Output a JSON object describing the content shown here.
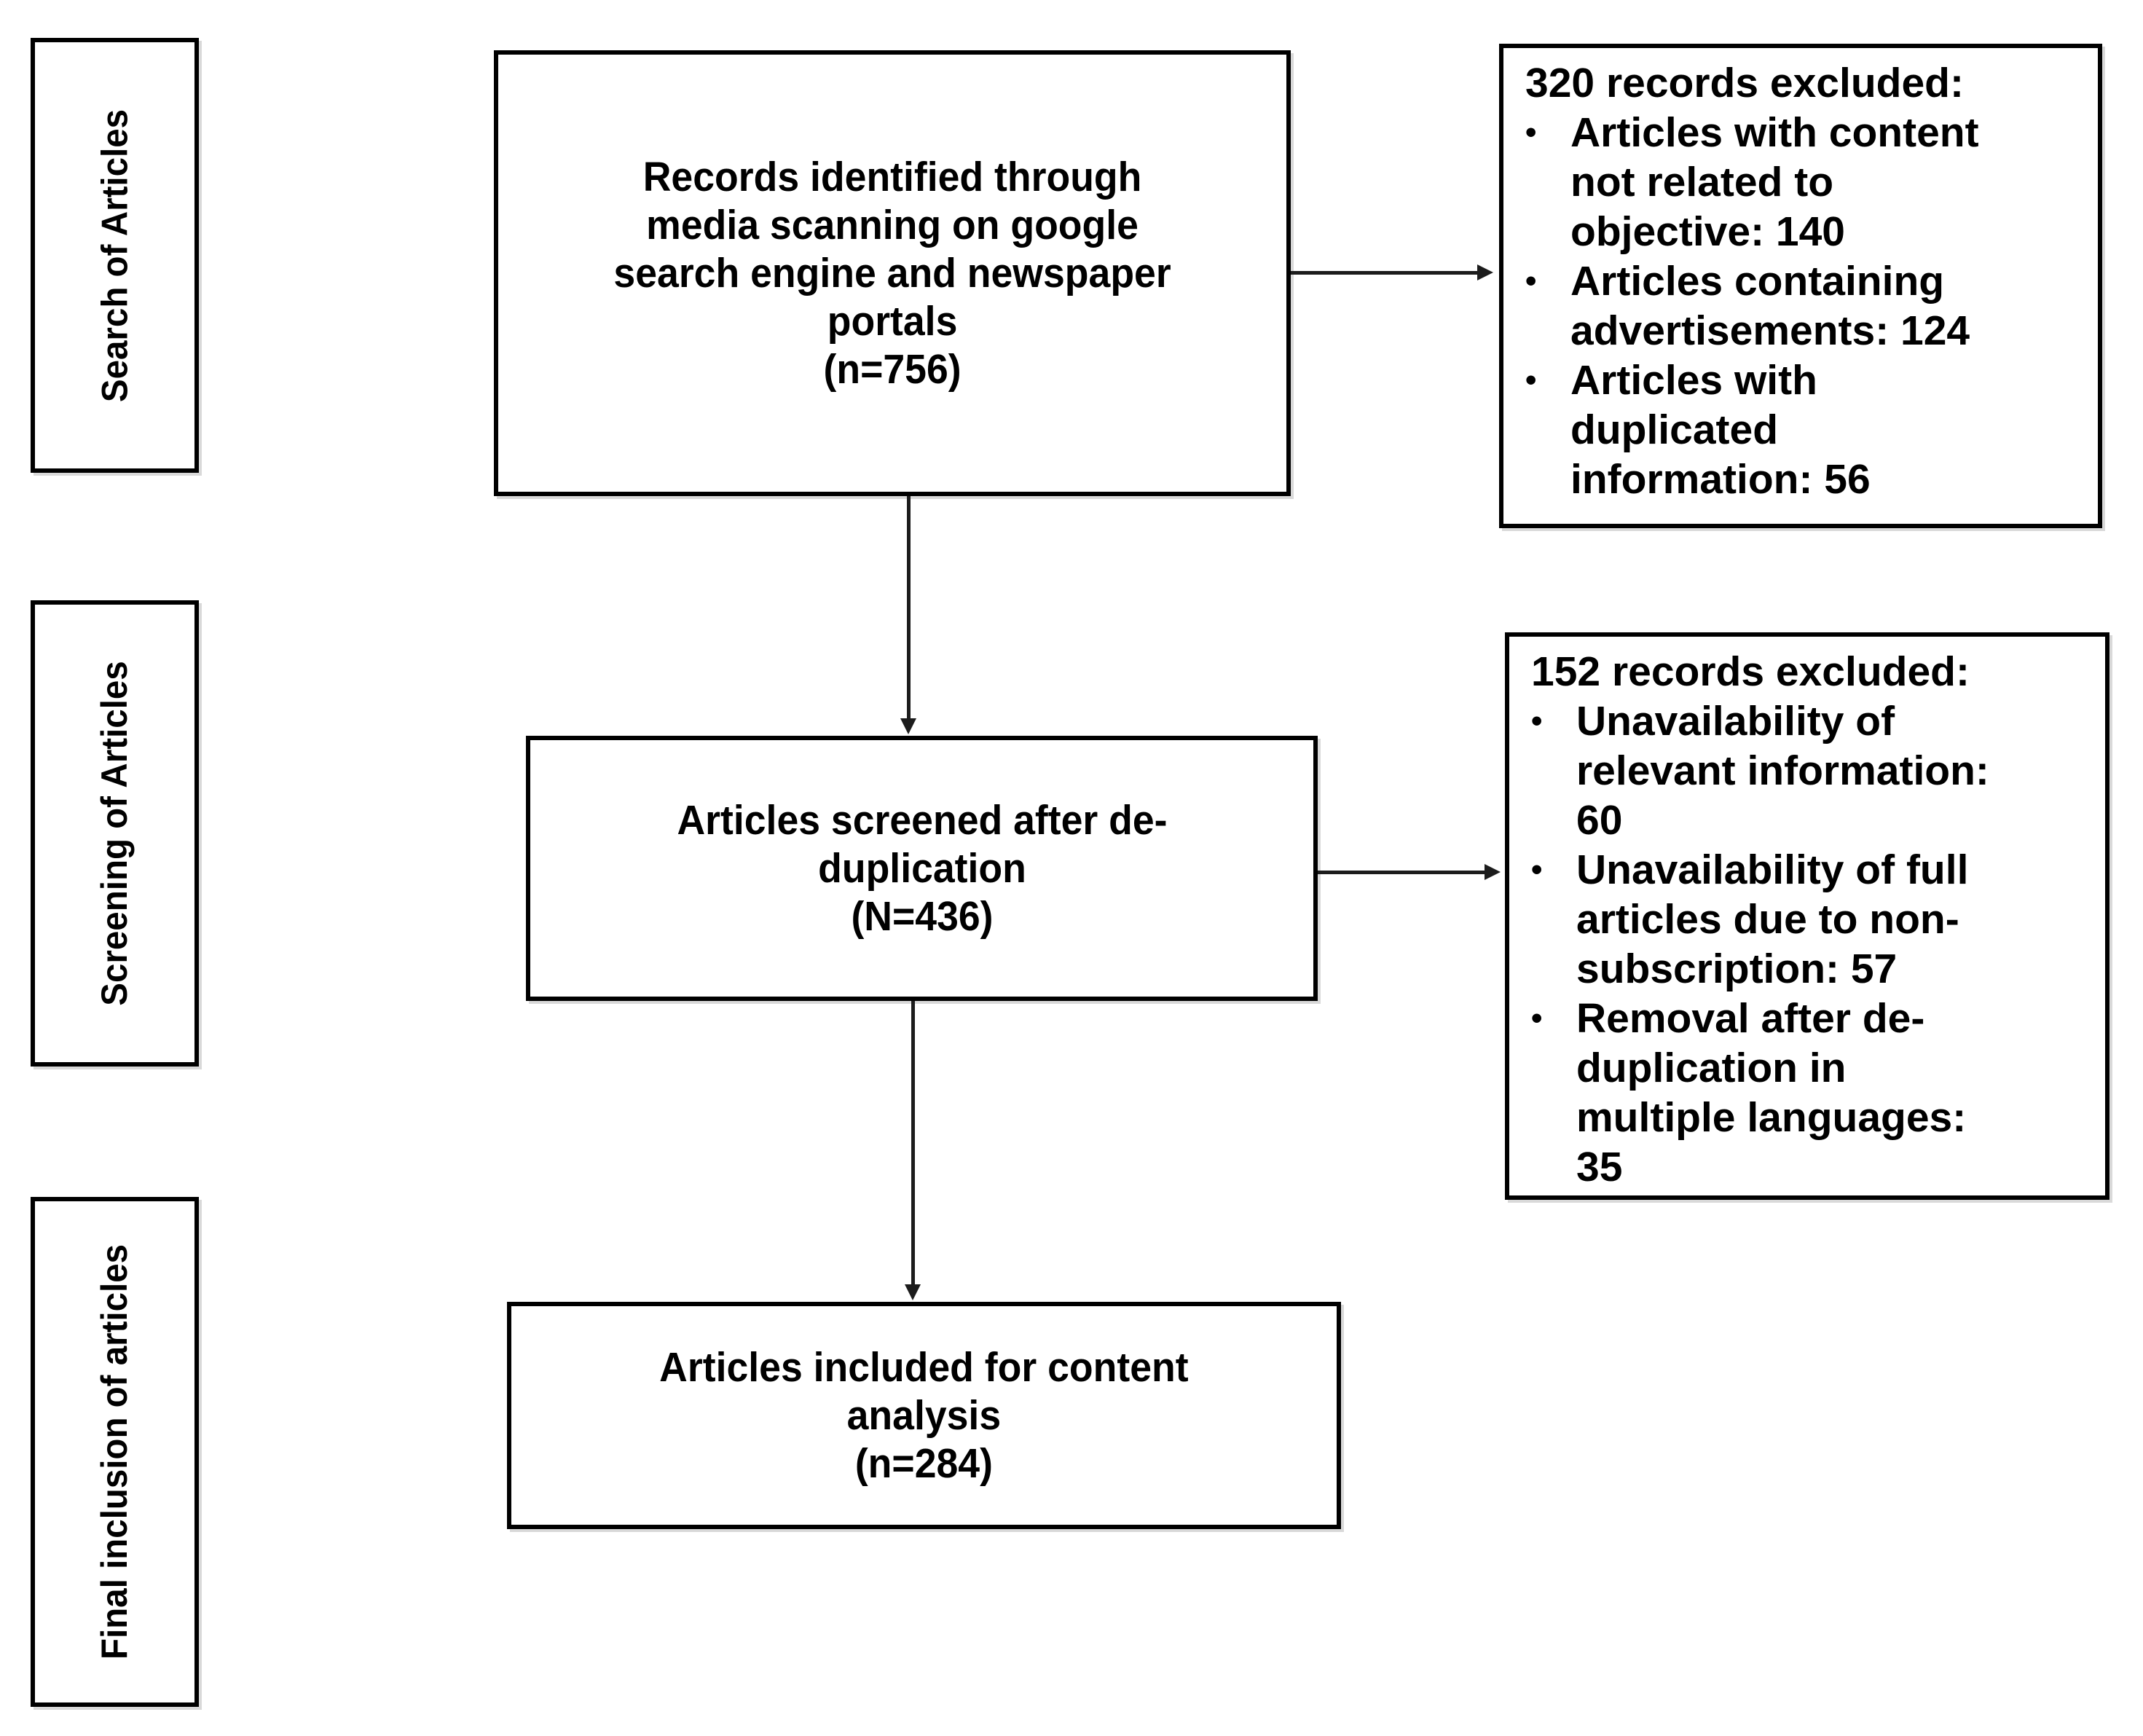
{
  "colors": {
    "background": "#ffffff",
    "border": "#000000",
    "text": "#000000",
    "connector": "#1c1c1c"
  },
  "bullet_marker": "•",
  "stages": [
    {
      "label": "Search of Articles"
    },
    {
      "label": "Screening of Articles"
    },
    {
      "label": "Final inclusion of articles"
    }
  ],
  "nodes": {
    "identified": {
      "lines": [
        "Records identified through",
        "media scanning on google",
        "search engine and newspaper",
        "portals",
        "(n=756)"
      ],
      "count": 756
    },
    "screened": {
      "lines": [
        "Articles screened after de-",
        "duplication",
        "(N=436)"
      ],
      "count": 436
    },
    "included": {
      "lines": [
        "Articles included for content",
        "analysis",
        "(n=284)"
      ],
      "count": 284
    },
    "excluded_search": {
      "title": "320 records excluded:",
      "total": 320,
      "items": [
        {
          "lines": [
            "Articles with content",
            "not related to",
            "objective: 140"
          ],
          "count": 140
        },
        {
          "lines": [
            "Articles containing",
            "advertisements: 124"
          ],
          "count": 124
        },
        {
          "lines": [
            "Articles with",
            "duplicated",
            "information: 56"
          ],
          "count": 56
        }
      ]
    },
    "excluded_screening": {
      "title": "152 records excluded:",
      "total": 152,
      "items": [
        {
          "lines": [
            "Unavailability of",
            "relevant information:",
            "60"
          ],
          "count": 60
        },
        {
          "lines": [
            "Unavailability of full",
            "articles due to non-",
            "subscription: 57"
          ],
          "count": 57
        },
        {
          "lines": [
            "Removal after de-",
            "duplication in",
            "multiple languages:",
            "35"
          ],
          "count": 35
        }
      ]
    }
  }
}
